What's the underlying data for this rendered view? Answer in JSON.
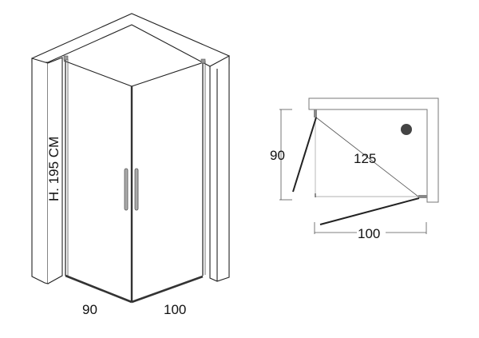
{
  "iso_view": {
    "height_label": "H. 195 CM",
    "width_left_label": "90",
    "width_right_label": "100"
  },
  "plan_view": {
    "depth_label": "90",
    "diagonal_label": "125",
    "width_label": "100"
  },
  "colors": {
    "line": "#222222",
    "wall_fill": "#ffffff",
    "frame_gray": "#888888",
    "dimension_line": "#555555",
    "drain": "#444444",
    "inner_line": "#cccccc"
  }
}
